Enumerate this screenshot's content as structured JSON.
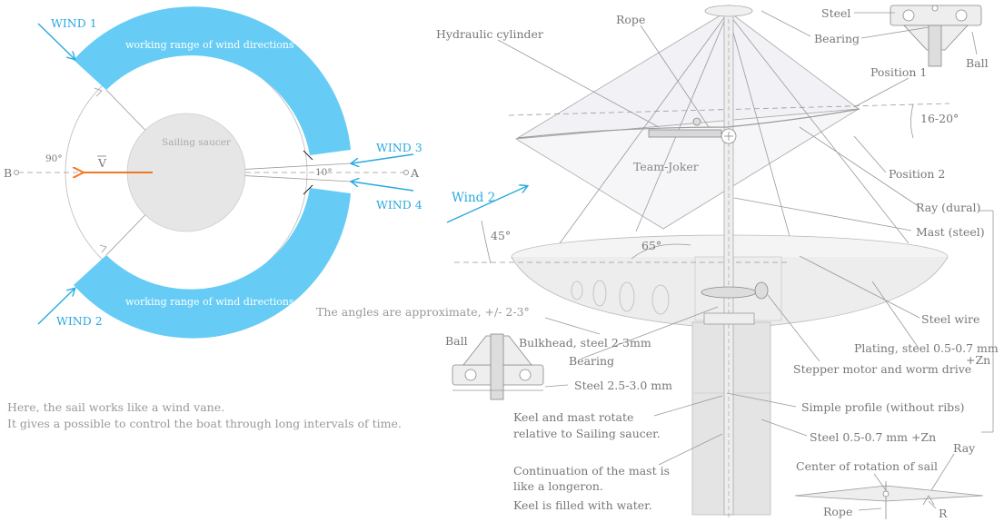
{
  "left_diagram": {
    "wind_labels": [
      "WIND 1",
      "WIND 2",
      "WIND 3",
      "WIND 4"
    ],
    "range_label": "working range of wind directions",
    "saucer_label": "Sailing saucer",
    "point_a": "A",
    "point_b": "B",
    "angle_90": "90°",
    "angle_10": "10°",
    "velocity_label": "V",
    "note_angles": "The angles are approximate, +/- 2-3°",
    "note_line1": "Here, the sail works like a wind vane.",
    "note_line2": "It gives a possible to control the boat through long intervals of time.",
    "colors": {
      "range": "#66ccf5",
      "wind": "#2aa9e0",
      "velocity": "#f07820"
    }
  },
  "right_diagram": {
    "labels": {
      "rope": "Rope",
      "hydraulic": "Hydraulic cylinder",
      "steel_top": "Steel",
      "bearing_top": "Bearing",
      "ball_top": "Ball",
      "position1": "Position 1",
      "angle_16": "16-20°",
      "position2": "Position 2",
      "team": "Team-Joker",
      "ray_dural": "Ray  (dural)",
      "mast": "Mast  (steel)",
      "wind2": "Wind 2",
      "angle_45": "45°",
      "angle_65": "65°",
      "steel_wire": "Steel wire",
      "plating": "Plating, steel 0.5-0.7 mm",
      "plating_zn": "+Zn",
      "stepper": "Stepper motor and worm drive",
      "bulkhead": "Bulkhead, steel 2-3mm",
      "ball_bot": "Ball",
      "bearing_bot": "Bearing",
      "steel_25": "Steel 2.5-3.0 mm",
      "simple_profile": "Simple profile (without ribs)",
      "keel_rotate1": "Keel and mast rotate",
      "keel_rotate2": "relative to Sailing saucer.",
      "steel_05": "Steel 0.5-0.7 mm +Zn",
      "ray": "Ray",
      "center": "Center of rotation of  sail",
      "continuation1": "Continuation of the mast is",
      "continuation2": "like a longeron.",
      "keel_water": "Keel is filled with water.",
      "rope_bot": "Rope",
      "r": "R"
    }
  }
}
